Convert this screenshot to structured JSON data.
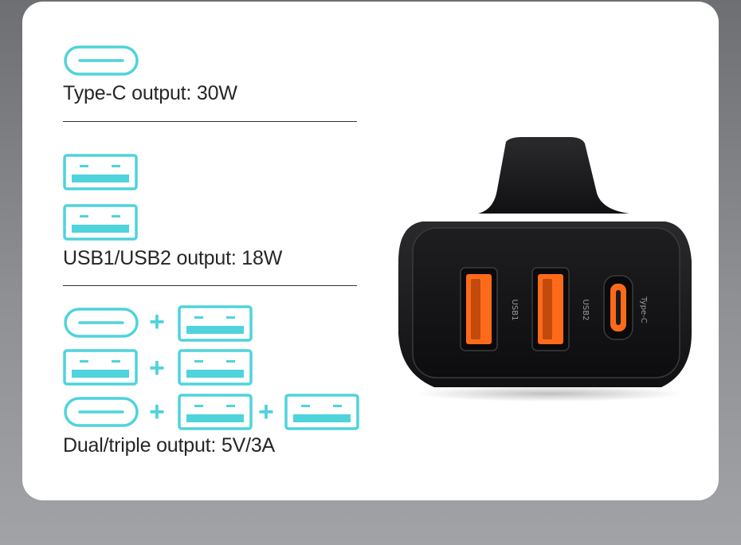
{
  "colors": {
    "accent": "#4fd3dc",
    "card": "#ffffff",
    "text": "#262626",
    "charger": "#1b1b1d",
    "port_orange": "#ff6a1a"
  },
  "sections": {
    "typec": {
      "label": "Type-C output: 30W"
    },
    "usb": {
      "label": "USB1/USB2 output: 18W"
    },
    "dual": {
      "label": "Dual/triple output: 5V/3A",
      "plus": "+"
    }
  },
  "charger": {
    "ports": [
      {
        "type": "usb-a",
        "label": "USB1"
      },
      {
        "type": "usb-a",
        "label": "USB2"
      },
      {
        "type": "type-c",
        "label": "Type-C"
      }
    ]
  }
}
